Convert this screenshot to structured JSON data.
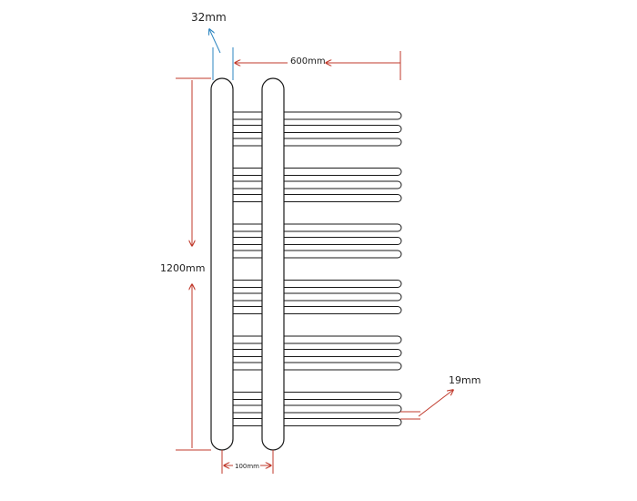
{
  "dimensions": {
    "pipe_diameter": "32mm",
    "width": "600mm",
    "height": "1200mm",
    "rail_diameter": "19mm",
    "rail_spacing": "100mm"
  },
  "rails": {
    "group_sizes": [
      3,
      3,
      3,
      3,
      3,
      3
    ]
  },
  "colors": {
    "outline": "#1a1a1a",
    "dimension_red": "#c0392b",
    "dimension_blue": "#2e86c1",
    "text": "#222222"
  }
}
